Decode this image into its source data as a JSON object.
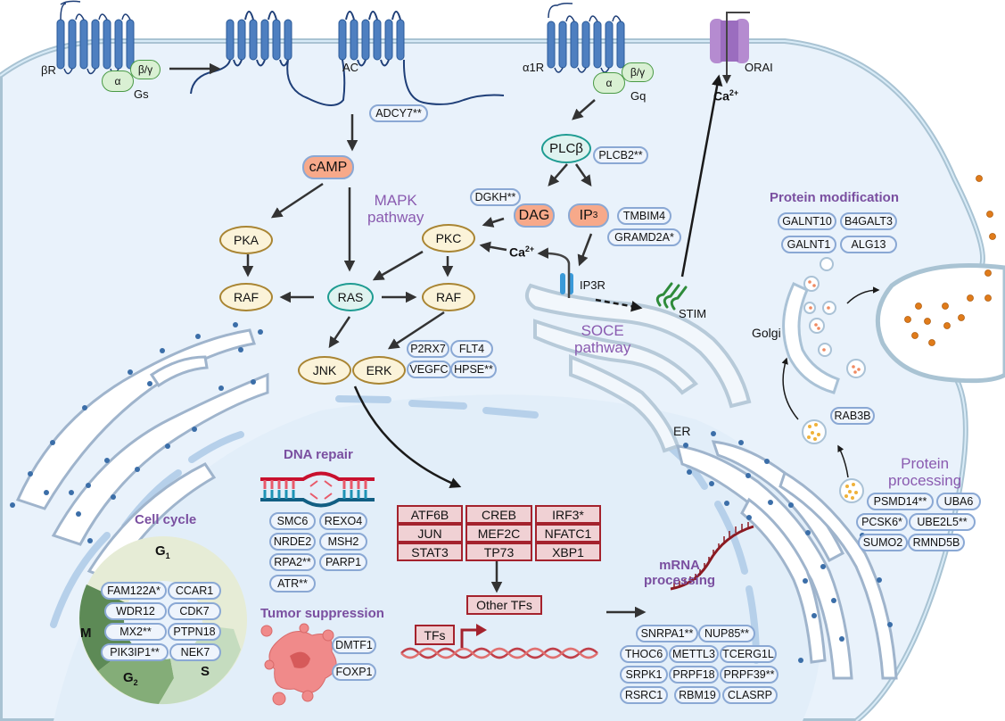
{
  "receptors": {
    "beta_receptor": "βR",
    "adenylyl_cyclase": "AC",
    "alpha1_receptor": "α1R",
    "orai_channel": "ORAI",
    "ip3_receptor": "IP3R",
    "stim": "STIM"
  },
  "g_proteins": {
    "gs": {
      "alpha": "α",
      "beta_gamma": "β/γ",
      "label": "Gs"
    },
    "gq": {
      "alpha": "α",
      "beta_gamma": "β/γ",
      "label": "Gq"
    }
  },
  "second_messengers": {
    "camp": "cAMP",
    "dag": "DAG",
    "ip3": "IP",
    "ip3_subscript": "3",
    "calcium": "Ca",
    "calcium_superscript": "2+"
  },
  "kinases": {
    "pka": "PKA",
    "pkc": "PKC",
    "raf_left": "RAF",
    "raf_right": "RAF",
    "ras": "RAS",
    "plcb": "PLCβ",
    "jnk": "JNK",
    "erk": "ERK"
  },
  "pathway_titles": {
    "mapk": [
      "MAPK",
      "pathway"
    ],
    "soce": [
      "SOCE",
      "pathway"
    ],
    "protein_processing": [
      "Protein",
      "processing"
    ],
    "protein_modification": "Protein modification",
    "cell_cycle": "Cell cycle",
    "dna_repair": "DNA repair",
    "tumor_suppression": "Tumor suppression",
    "mrna_processing": [
      "mRNA",
      "processing"
    ]
  },
  "organelles": {
    "er": "ER",
    "golgi": "Golgi"
  },
  "genes": {
    "ac": [
      "ADCY7**"
    ],
    "plcb": [
      "PLCB2**"
    ],
    "dag": [
      "DGKH**"
    ],
    "ip3": [
      "TMBIM4",
      "GRAMD2A*"
    ],
    "erk": [
      "P2RX7",
      "FLT4",
      "VEGFC",
      "HPSE**"
    ],
    "protein_modification": [
      "GALNT10",
      "B4GALT3",
      "GALNT1",
      "ALG13"
    ],
    "vesicle": [
      "RAB3B"
    ],
    "protein_processing": [
      "PSMD14**",
      "UBA6",
      "PCSK6*",
      "UBE2L5**",
      "SUMO2",
      "RMND5B"
    ],
    "cell_cycle": [
      "FAM122A*",
      "CCAR1",
      "WDR12",
      "CDK7",
      "MX2**",
      "PTPN18",
      "PIK3IP1**",
      "NEK7"
    ],
    "dna_repair": [
      "SMC6",
      "REXO4",
      "NRDE2",
      "MSH2",
      "RPA2**",
      "PARP1",
      "ATR**"
    ],
    "tumor_suppression": [
      "DMTF1",
      "FOXP1"
    ],
    "mrna_processing": [
      "SNRPA1**",
      "NUP85**",
      "THOC6",
      "METTL3",
      "TCERG1L",
      "SRPK1",
      "PRPF18",
      "PRPF39**",
      "RSRC1",
      "RBM19",
      "CLASRP"
    ]
  },
  "cell_cycle_phases": {
    "g1": "G",
    "g1_sub": "1",
    "s": "S",
    "g2": "G",
    "g2_sub": "2",
    "m": "M"
  },
  "transcription_factors": {
    "grid": [
      "ATF6B",
      "CREB",
      "IRF3*",
      "JUN",
      "MEF2C",
      "NFATC1",
      "STAT3",
      "TP73",
      "XBP1"
    ],
    "other": "Other TFs",
    "tfs": "TFs"
  },
  "colors": {
    "cytoplasm": "#e8f2fb",
    "nucleus": "#e2eef9",
    "membrane": "#9fb7c9",
    "receptor": "#4e7fc0",
    "gene_border": "#8aa8d4",
    "messenger": "#f7a98a",
    "kinase_border": "#a98533",
    "ras_border": "#1f9c92",
    "tf_border": "#a4222d",
    "pathway_title": "#7a4fa0",
    "orai": "#b58bd0",
    "stim": "#2e8b3a",
    "secretory_granule": "#e07b1a"
  }
}
